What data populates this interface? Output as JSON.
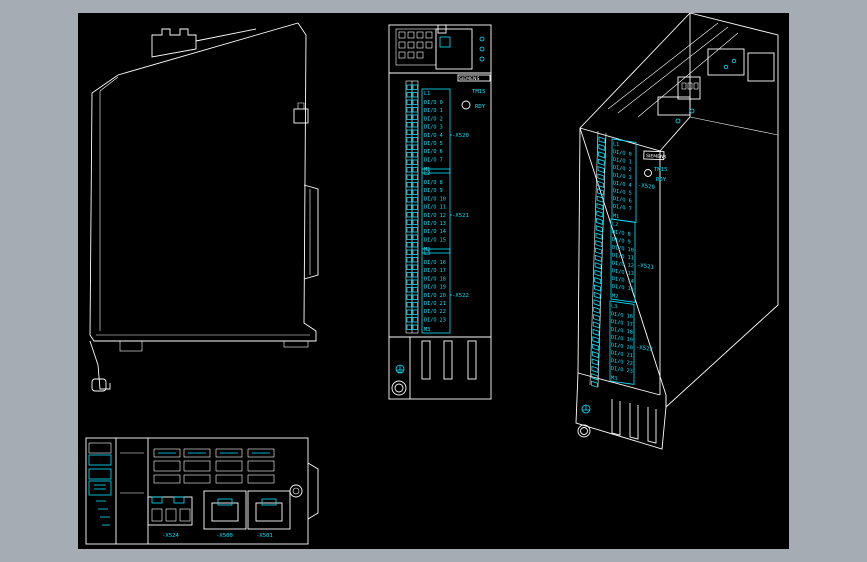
{
  "background_color": "#a6acb4",
  "viewport_color": "#000000",
  "line_color": "#ffffff",
  "annotation_color": "#00e5ff",
  "module": {
    "brand": "SIEMENS",
    "name": "TM15",
    "led": "RDY"
  },
  "front_view": {
    "x520": {
      "label": "-X520",
      "top": "L1",
      "pins": [
        "DI/O 0",
        "DI/O 1",
        "DI/O 2",
        "DI/O 3",
        "DI/O 4",
        "DI/O 5",
        "DI/O 6",
        "DI/O 7"
      ],
      "bottom": "M1"
    },
    "x521": {
      "label": "-X521",
      "top": "L2",
      "pins": [
        "DI/O 8",
        "DI/O 9",
        "DI/O 10",
        "DI/O 11",
        "DI/O 12",
        "DI/O 13",
        "DI/O 14",
        "DI/O 15"
      ],
      "bottom": "M2"
    },
    "x522": {
      "label": "-X522",
      "top": "L3",
      "pins": [
        "DI/O 16",
        "DI/O 17",
        "DI/O 18",
        "DI/O 19",
        "DI/O 20",
        "DI/O 21",
        "DI/O 22",
        "DI/O 23"
      ],
      "bottom": "M3"
    }
  },
  "iso_view": {
    "x520": {
      "label": "-X520",
      "top": "L1",
      "pins": [
        "DI/O 0",
        "DI/O 1",
        "DI/O 2",
        "DI/O 3",
        "DI/O 4",
        "DI/O 5",
        "DI/O 6",
        "DI/O 7"
      ],
      "bottom": "M1"
    },
    "x521": {
      "label": "-X521",
      "top": "L2",
      "pins": [
        "DI/O 8",
        "DI/O 9",
        "DI/O 10",
        "DI/O 11",
        "DI/O 12",
        "DI/O 13",
        "DI/O 14",
        "DI/O 15"
      ],
      "bottom": "M2"
    },
    "x522": {
      "label": "-X522",
      "top": "L3",
      "pins": [
        "DI/O 16",
        "DI/O 17",
        "DI/O 18",
        "DI/O 19",
        "DI/O 20",
        "DI/O 21",
        "DI/O 22",
        "DI/O 23"
      ],
      "bottom": "M3"
    }
  },
  "bottom_view": {
    "connectors": [
      "-X524",
      "-X500",
      "-X501"
    ]
  }
}
